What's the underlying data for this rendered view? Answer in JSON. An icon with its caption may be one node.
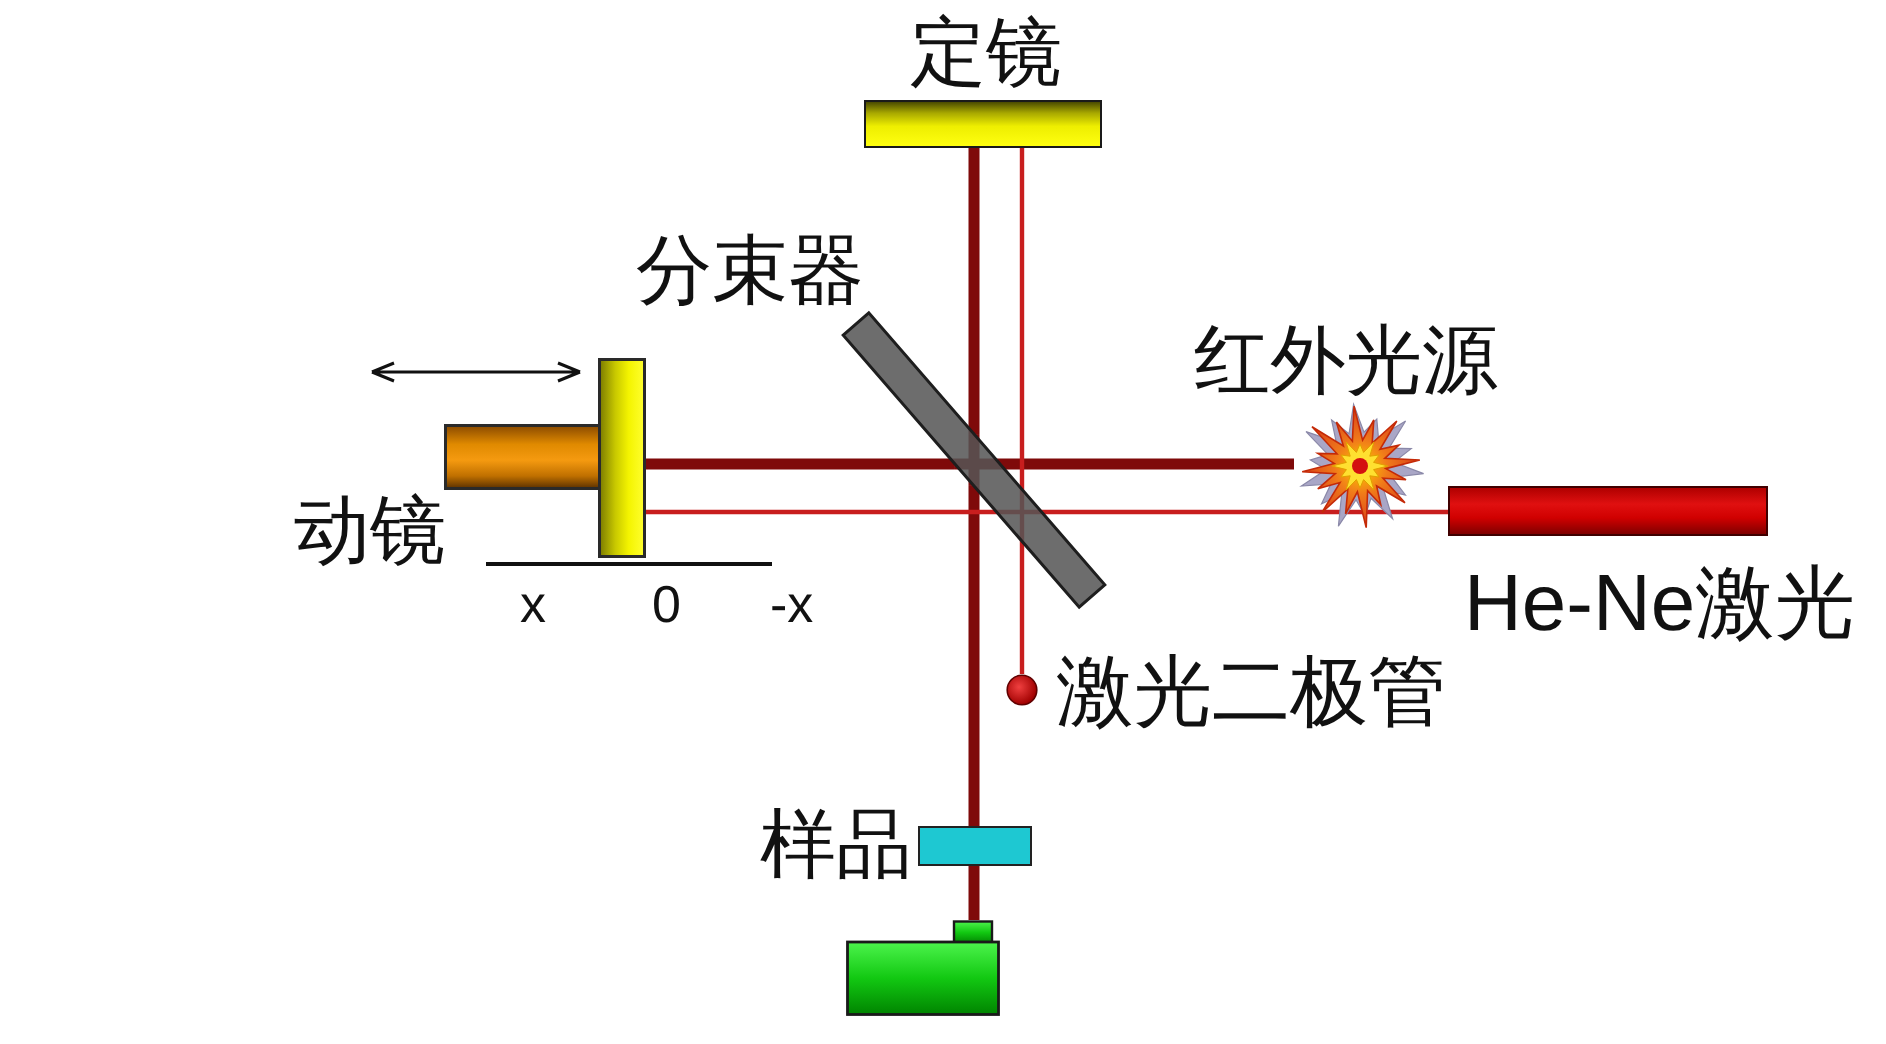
{
  "diagram": {
    "nodes": [
      {
        "text": [
          "定镜"
        ]
      },
      {
        "text": [
          "分束器"
        ]
      },
      {
        "text": [
          "红外光源"
        ]
      },
      {
        "text": [
          "动镜"
        ]
      },
      {
        "text": [
          "He-Ne激光"
        ]
      },
      {
        "text": [
          "激光二极管"
        ]
      },
      {
        "text": [
          "样品"
        ]
      },
      {
        "text": [],
        "shape": "box"
      }
    ],
    "edges": [
      {
        "from": 2,
        "to": 1,
        "arrow": "none"
      },
      {
        "from": 1,
        "to": 3,
        "arrow": "none"
      },
      {
        "from": 0,
        "to": 1,
        "arrow": "none"
      },
      {
        "from": 1,
        "to": 6,
        "arrow": "none"
      },
      {
        "from": 6,
        "to": 7,
        "arrow": "none"
      },
      {
        "from": 4,
        "to": 1,
        "arrow": "none",
        "color": "#c81e1e"
      },
      {
        "from": 1,
        "to": 3,
        "arrow": "none",
        "color": "#c81e1e"
      },
      {
        "from": 0,
        "to": 1,
        "arrow": "none",
        "color": "#c81e1e"
      },
      {
        "from": 1,
        "to": 5,
        "arrow": "none",
        "color": "#c81e1e"
      }
    ],
    "labels": [
      "x",
      "0",
      "-x"
    ]
  }
}
